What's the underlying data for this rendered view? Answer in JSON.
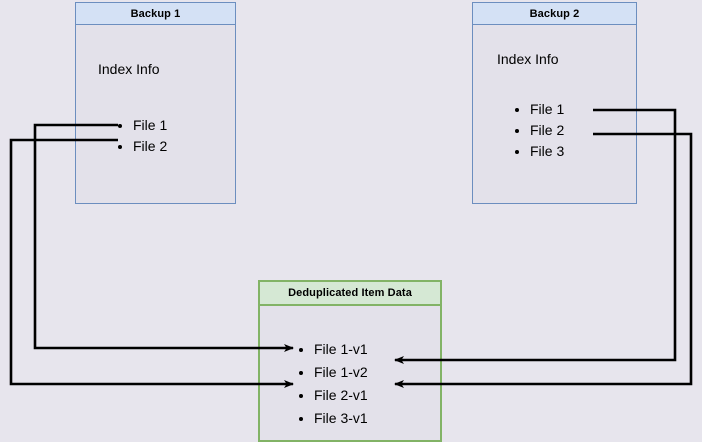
{
  "diagram": {
    "title_hidden": "",
    "background_color": "#e7e5ed",
    "nodes": {
      "backup1": {
        "header": "Backup 1",
        "body_label": "Index Info",
        "items": [
          "File 1",
          "File 2"
        ],
        "border_color": "#6c8ebf",
        "header_fill": "#d4e1f5",
        "body_fill": "#e3e1ea"
      },
      "backup2": {
        "header": "Backup 2",
        "body_label": "Index Info",
        "items": [
          "File 1",
          "File 2",
          "File 3"
        ],
        "border_color": "#6c8ebf",
        "header_fill": "#d4e1f5",
        "body_fill": "#e3e1ea"
      },
      "dedup": {
        "header": "Deduplicated Item Data",
        "items": [
          "File 1-v1",
          "File 1-v2",
          "File 2-v1",
          "File 3-v1"
        ],
        "border_color": "#82b366",
        "header_fill": "#d5e8d4",
        "body_fill": "#e3e1ea"
      }
    },
    "edges": [
      {
        "name": "backup1-file1-to-dedup-file1v1",
        "from": "Backup 1 / File 1",
        "to": "Deduplicated Item Data / File 1-v1",
        "color": "#000000"
      },
      {
        "name": "backup1-file2-to-dedup-file2v1",
        "from": "Backup 1 / File 2",
        "to": "Deduplicated Item Data / File 2-v1",
        "color": "#000000"
      },
      {
        "name": "backup2-file1-to-dedup-file1v2",
        "from": "Backup 2 / File 1",
        "to": "Deduplicated Item Data / File 1-v2",
        "color": "#000000"
      },
      {
        "name": "backup2-file2-to-dedup-file2v1",
        "from": "Backup 2 / File 2",
        "to": "Deduplicated Item Data / File 2-v1",
        "color": "#000000"
      }
    ]
  }
}
